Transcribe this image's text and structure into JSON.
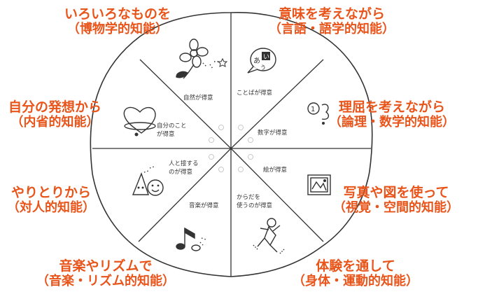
{
  "colors": {
    "label": "#e8541a",
    "line": "#333333",
    "background": "#ffffff"
  },
  "labels": [
    {
      "id": "naturalist",
      "line1": "いろいろなものを",
      "line2": "（博物学的知能）"
    },
    {
      "id": "linguistic",
      "line1": "意味を考えながら",
      "line2": "（言語・語学的知能）"
    },
    {
      "id": "intrapersonal",
      "line1": "自分の発想から",
      "line2": "（内省的知能）"
    },
    {
      "id": "logical",
      "line1": "理屈を考えながら",
      "line2": "（論理・数学的知能）"
    },
    {
      "id": "interpersonal",
      "line1": "やりとりから",
      "line2": "（対人的知能）"
    },
    {
      "id": "spatial",
      "line1": "写真や図を使って",
      "line2": "（視覚・空間的知能）"
    },
    {
      "id": "musical",
      "line1": "音楽やリズムで",
      "line2": "（音楽・リズム的知能）"
    },
    {
      "id": "kinesthetic",
      "line1": "体験を通して",
      "line2": "（身体・運動的知能）"
    }
  ],
  "segments": [
    {
      "id": "nature",
      "text": "自然が得意",
      "icon": "flower-icon"
    },
    {
      "id": "words",
      "text": "ことばが得意",
      "icon": "speech-bubble-icon"
    },
    {
      "id": "self",
      "text": "自分のこと\nが得意",
      "icon": "heart-icon"
    },
    {
      "id": "numbers",
      "text": "数字が得意",
      "icon": "number-one-icon"
    },
    {
      "id": "people",
      "text": "人と接する\nのが得意",
      "icon": "smiling-faces-icon"
    },
    {
      "id": "pictures",
      "text": "絵が得意",
      "icon": "picture-frame-icon"
    },
    {
      "id": "music",
      "text": "音楽が得意",
      "icon": "music-note-icon"
    },
    {
      "id": "body",
      "text": "からだを\n使うのが得意",
      "icon": "running-figure-icon"
    }
  ]
}
